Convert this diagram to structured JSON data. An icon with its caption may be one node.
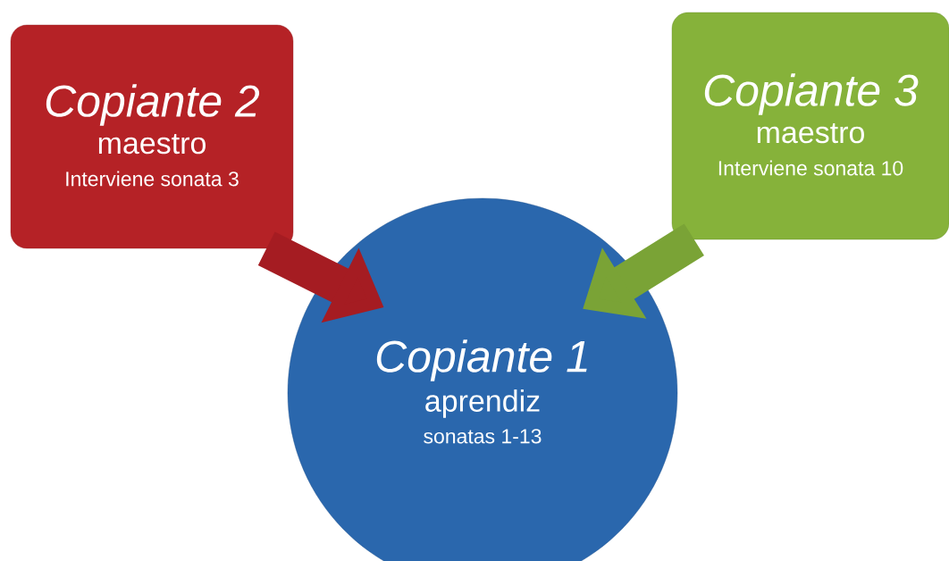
{
  "diagram": {
    "nodes": [
      {
        "text": [
          "Copiante 2",
          "maestro",
          "Interviene sonata 3"
        ]
      },
      {
        "text": [
          "Copiante 3",
          "maestro",
          "Interviene sonata 10"
        ]
      },
      {
        "text": [
          "Copiante 1",
          "aprendiz",
          "sonatas 1-13"
        ]
      }
    ],
    "edges": [
      {
        "from": 0,
        "to": 2,
        "arrow": "to",
        "color": "#a51c22"
      },
      {
        "from": 1,
        "to": 2,
        "arrow": "to",
        "color": "#7aa336"
      }
    ]
  }
}
